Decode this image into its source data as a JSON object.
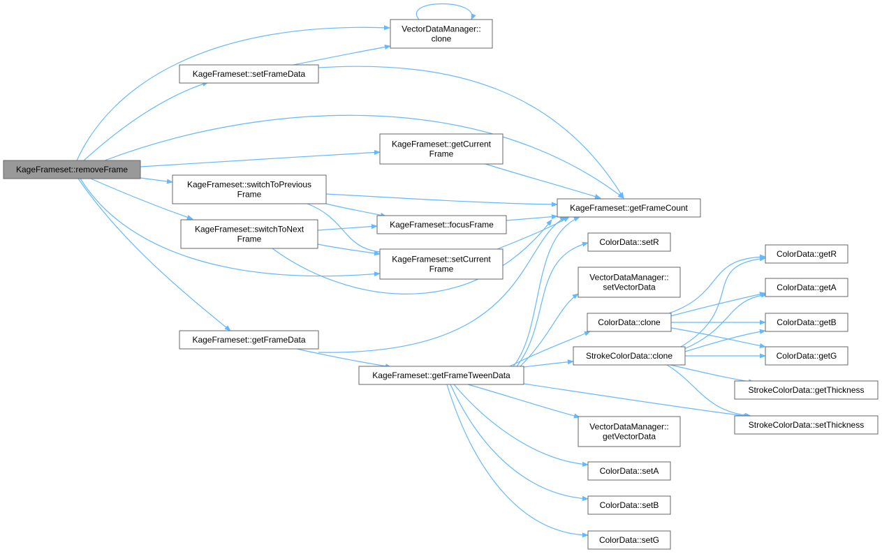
{
  "colors": {
    "edge": "#63b8ff",
    "node_border": "#666666",
    "node_fill": "#ffffff",
    "root_fill": "#999999",
    "text": "#000000"
  },
  "nodes": {
    "remove_frame": [
      "KageFrameset::removeFrame"
    ],
    "vdm_clone": [
      "VectorDataManager::",
      "clone"
    ],
    "set_frame_data": [
      "KageFrameset::setFrameData"
    ],
    "get_current_frame": [
      "KageFrameset::getCurrent",
      "Frame"
    ],
    "switch_prev": [
      "KageFrameset::switchToPrevious",
      "Frame"
    ],
    "get_frame_count": [
      "KageFrameset::getFrameCount"
    ],
    "focus_frame": [
      "KageFrameset::focusFrame"
    ],
    "switch_next": [
      "KageFrameset::switchToNext",
      "Frame"
    ],
    "set_current_frame": [
      "KageFrameset::setCurrent",
      "Frame"
    ],
    "get_frame_data": [
      "KageFrameset::getFrameData"
    ],
    "get_frame_tween_data": [
      "KageFrameset::getFrameTweenData"
    ],
    "cd_set_r": [
      "ColorData::setR"
    ],
    "vdm_set_vector_data": [
      "VectorDataManager::",
      "setVectorData"
    ],
    "cd_clone": [
      "ColorData::clone"
    ],
    "scd_clone": [
      "StrokeColorData::clone"
    ],
    "vdm_get_vector_data": [
      "VectorDataManager::",
      "getVectorData"
    ],
    "cd_set_a": [
      "ColorData::setA"
    ],
    "cd_set_b": [
      "ColorData::setB"
    ],
    "cd_set_g": [
      "ColorData::setG"
    ],
    "cd_get_r": [
      "ColorData::getR"
    ],
    "cd_get_a": [
      "ColorData::getA"
    ],
    "cd_get_b": [
      "ColorData::getB"
    ],
    "cd_get_g": [
      "ColorData::getG"
    ],
    "scd_get_thickness": [
      "StrokeColorData::getThickness"
    ],
    "scd_set_thickness": [
      "StrokeColorData::setThickness"
    ]
  },
  "edges": [
    [
      "remove_frame",
      "vdm_clone"
    ],
    [
      "remove_frame",
      "set_frame_data"
    ],
    [
      "remove_frame",
      "get_frame_count"
    ],
    [
      "remove_frame",
      "get_current_frame"
    ],
    [
      "remove_frame",
      "switch_prev"
    ],
    [
      "remove_frame",
      "switch_next"
    ],
    [
      "remove_frame",
      "set_current_frame"
    ],
    [
      "remove_frame",
      "get_frame_data"
    ],
    [
      "vdm_clone",
      "vdm_clone"
    ],
    [
      "set_frame_data",
      "vdm_clone"
    ],
    [
      "set_frame_data",
      "get_frame_count"
    ],
    [
      "get_current_frame",
      "get_frame_count"
    ],
    [
      "switch_prev",
      "get_frame_count"
    ],
    [
      "switch_prev",
      "focus_frame"
    ],
    [
      "switch_prev",
      "set_current_frame"
    ],
    [
      "switch_next",
      "focus_frame"
    ],
    [
      "switch_next",
      "set_current_frame"
    ],
    [
      "switch_next",
      "get_frame_count"
    ],
    [
      "focus_frame",
      "get_frame_count"
    ],
    [
      "set_current_frame",
      "get_frame_count"
    ],
    [
      "get_frame_data",
      "get_frame_count"
    ],
    [
      "get_frame_data",
      "get_frame_tween_data"
    ],
    [
      "get_frame_tween_data",
      "get_frame_count"
    ],
    [
      "get_frame_tween_data",
      "cd_set_r"
    ],
    [
      "get_frame_tween_data",
      "vdm_set_vector_data"
    ],
    [
      "get_frame_tween_data",
      "cd_clone"
    ],
    [
      "get_frame_tween_data",
      "scd_clone"
    ],
    [
      "get_frame_tween_data",
      "scd_set_thickness"
    ],
    [
      "get_frame_tween_data",
      "vdm_get_vector_data"
    ],
    [
      "get_frame_tween_data",
      "cd_set_a"
    ],
    [
      "get_frame_tween_data",
      "cd_set_b"
    ],
    [
      "get_frame_tween_data",
      "cd_set_g"
    ],
    [
      "cd_clone",
      "cd_get_r"
    ],
    [
      "cd_clone",
      "cd_get_a"
    ],
    [
      "cd_clone",
      "cd_get_b"
    ],
    [
      "cd_clone",
      "cd_get_g"
    ],
    [
      "scd_clone",
      "cd_get_r"
    ],
    [
      "scd_clone",
      "cd_get_a"
    ],
    [
      "scd_clone",
      "cd_get_b"
    ],
    [
      "scd_clone",
      "cd_get_g"
    ],
    [
      "scd_clone",
      "scd_get_thickness"
    ],
    [
      "scd_clone",
      "scd_set_thickness"
    ]
  ]
}
